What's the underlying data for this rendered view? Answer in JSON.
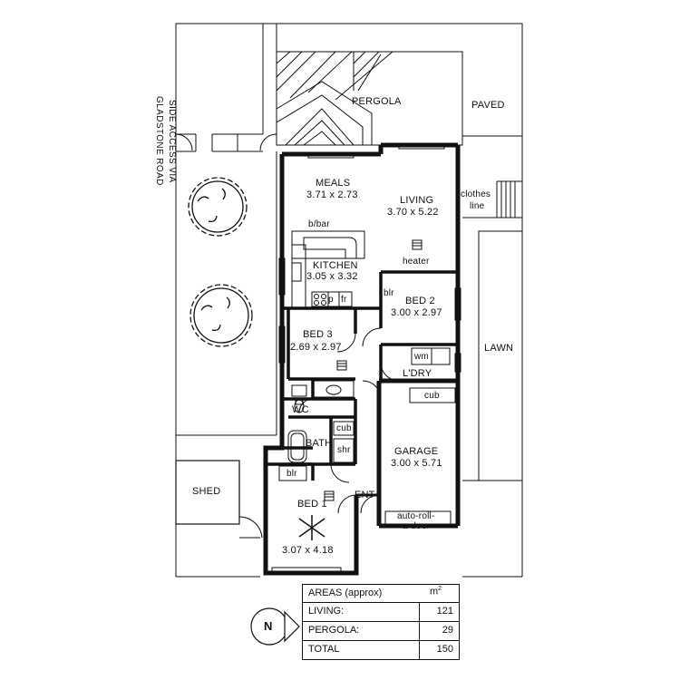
{
  "labels": {
    "pergola": "PERGOLA",
    "paved": "PAVED",
    "side_access": "SIDE ACCESS VIA",
    "street": "GLADSTONE ROAD",
    "clothes_line_1": "clothes",
    "clothes_line_2": "line",
    "lawn": "LAWN",
    "shed": "SHED",
    "bbar": "b/bar",
    "heater": "heater",
    "blr_bed2": "blr",
    "blr_bed1": "blr",
    "wm": "wm",
    "cub_ldry": "cub",
    "cub_bath": "cub",
    "shr": "shr",
    "wc": "WC",
    "bath": "BATH",
    "ent": "ENT",
    "fr": "fr",
    "p": "p",
    "door_1": "auto-roll-",
    "door_2": "a-door"
  },
  "rooms": {
    "meals": {
      "name": "MEALS",
      "size": "3.71 x 2.73"
    },
    "living": {
      "name": "LIVING",
      "size": "3.70 x 5.22"
    },
    "kitchen": {
      "name": "KITCHEN",
      "size": "3.05 x 3.32"
    },
    "bed2": {
      "name": "BED 2",
      "size": "3.00 x 2.97"
    },
    "bed3": {
      "name": "BED 3",
      "size": "2.69 x 2.97"
    },
    "ldry": {
      "name": "L'DRY"
    },
    "garage": {
      "name": "GARAGE",
      "size": "3.00 x 5.71"
    },
    "bed1": {
      "name": "BED 1",
      "size": "3.07 x 4.18"
    }
  },
  "areas": {
    "heading": "AREAS (approx)",
    "unit": "m",
    "unit_sup": "2",
    "rows": [
      {
        "label": "LIVING:",
        "value": "121"
      },
      {
        "label": "PERGOLA:",
        "value": "29"
      },
      {
        "label": "TOTAL",
        "value": "150"
      }
    ]
  },
  "compass_letter": "N"
}
